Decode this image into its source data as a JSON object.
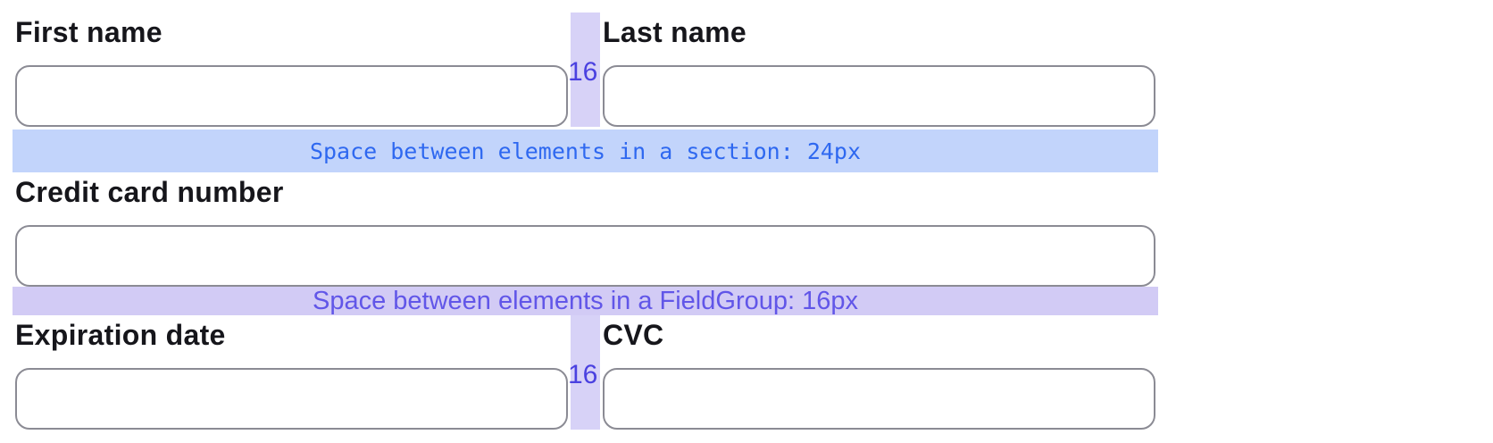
{
  "fields": [
    {
      "id": "first-name",
      "label": "First name",
      "value": ""
    },
    {
      "id": "last-name",
      "label": "Last name",
      "value": ""
    },
    {
      "id": "credit-card-number",
      "label": "Credit card number",
      "value": ""
    },
    {
      "id": "expiration-date",
      "label": "Expiration date",
      "value": ""
    },
    {
      "id": "cvc",
      "label": "CVC",
      "value": ""
    }
  ],
  "annotations": {
    "section_gap_label": "Space between elements in a section: 24px",
    "fieldgroup_gap_label": "Space between elements in a FieldGroup: 16px",
    "column_gap_value": "16"
  },
  "colors": {
    "section_band_bg": "#c2d4fb",
    "section_band_text": "#2e68f0",
    "fieldgroup_band_bg": "#d2cbf5",
    "fieldgroup_band_text": "#6156e8",
    "column_gap_bg": "#d7d2f7",
    "column_gap_text": "#4a41e0",
    "input_border": "#8b8b94",
    "label_text": "#16161b"
  }
}
